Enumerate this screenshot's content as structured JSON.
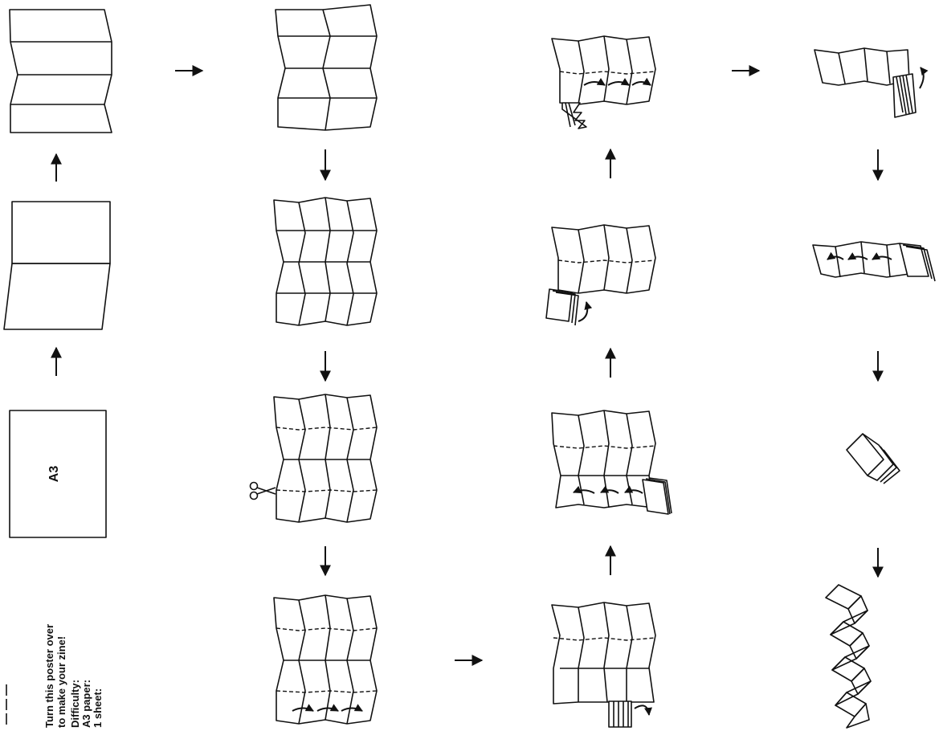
{
  "paper_label": "A3",
  "instructions": {
    "line1": "Turn this poster over",
    "line2": "to make your zine!",
    "difficulty": "Difficulty:",
    "paper": "A3 paper:",
    "sheet": "1 sheet:"
  },
  "colors": {
    "ink": "#111111",
    "background": "#ffffff"
  }
}
